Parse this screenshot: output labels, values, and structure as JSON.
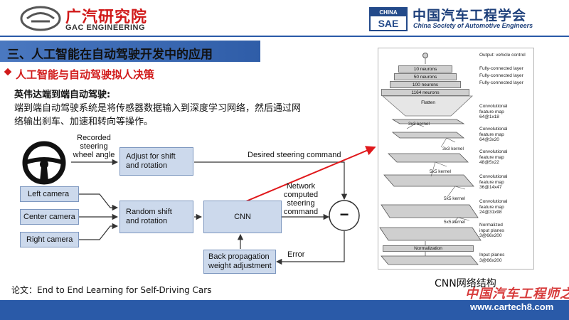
{
  "header": {
    "gac_cn": "广汽研究院",
    "gac_en": "GAC ENGINEERING",
    "sae_top": "CHINA",
    "sae_word": "SAE",
    "csae_cn": "中国汽车工程学会",
    "csae_en": "China Society of Automotive Engineers"
  },
  "section_title": "三、人工智能在自动驾驶开发中的应用",
  "subheading": "人工智能与自动驾驶拟人决策",
  "nvidia_heading": "英伟达端到端自动驾驶:",
  "body_lines": [
    "端到端自动驾驶系统是将传感器数据输入到深度学习网络，然后通过网",
    "络输出刹车、加速和转向等操作。"
  ],
  "diagram": {
    "recorded_angle": [
      "Recorded",
      "steering",
      "wheel angle"
    ],
    "adjust_box": [
      "Adjust for shift",
      "and rotation"
    ],
    "desired_cmd": "Desired steering command",
    "left_camera": "Left camera",
    "center_camera": "Center camera",
    "right_camera": "Right camera",
    "random_shift_box": [
      "Random shift",
      "and rotation"
    ],
    "cnn_box": "CNN",
    "network_cmd": [
      "Network",
      "computed",
      "steering",
      "command"
    ],
    "minus_sign": "−",
    "error": "Error",
    "backprop_box": [
      "Back propagation",
      "weight adjustment"
    ]
  },
  "cnn_stack": {
    "output_label": "Output: vehicle control",
    "fc_label": "Fully-connected layer",
    "neurons_10": "10 neurons",
    "neurons_50": "50 neurons",
    "neurons_100": "100 neurons",
    "neurons_1164": "1164 neurons",
    "flatten": "Flatten",
    "conv_label": [
      "Convolutional",
      "feature map"
    ],
    "conv_dims": [
      "64@1x18",
      "64@3x20",
      "48@5x22",
      "36@14x47",
      "24@31x98"
    ],
    "kernel_3x3": "3x3 kernel",
    "kernel_5x5": "5x5 kernel",
    "normalized_label": [
      "Normalized",
      "input planes"
    ],
    "normalized_dim": "3@66x200",
    "normalization": "Normalization",
    "input_label": "Input planes",
    "input_dim": "3@66x200"
  },
  "citation": "论文：End to End Learning for Self-Driving Cars",
  "cnn_caption": "CNN网络结构",
  "watermark": {
    "cn": "中国汽车工程师之家",
    "url": "www.cartech8.com"
  },
  "colors": {
    "brand_red": "#d11a1a",
    "brand_blue": "#2a5aa8",
    "box_fill": "#ccd9ec",
    "arrow_red": "#e0181b"
  }
}
